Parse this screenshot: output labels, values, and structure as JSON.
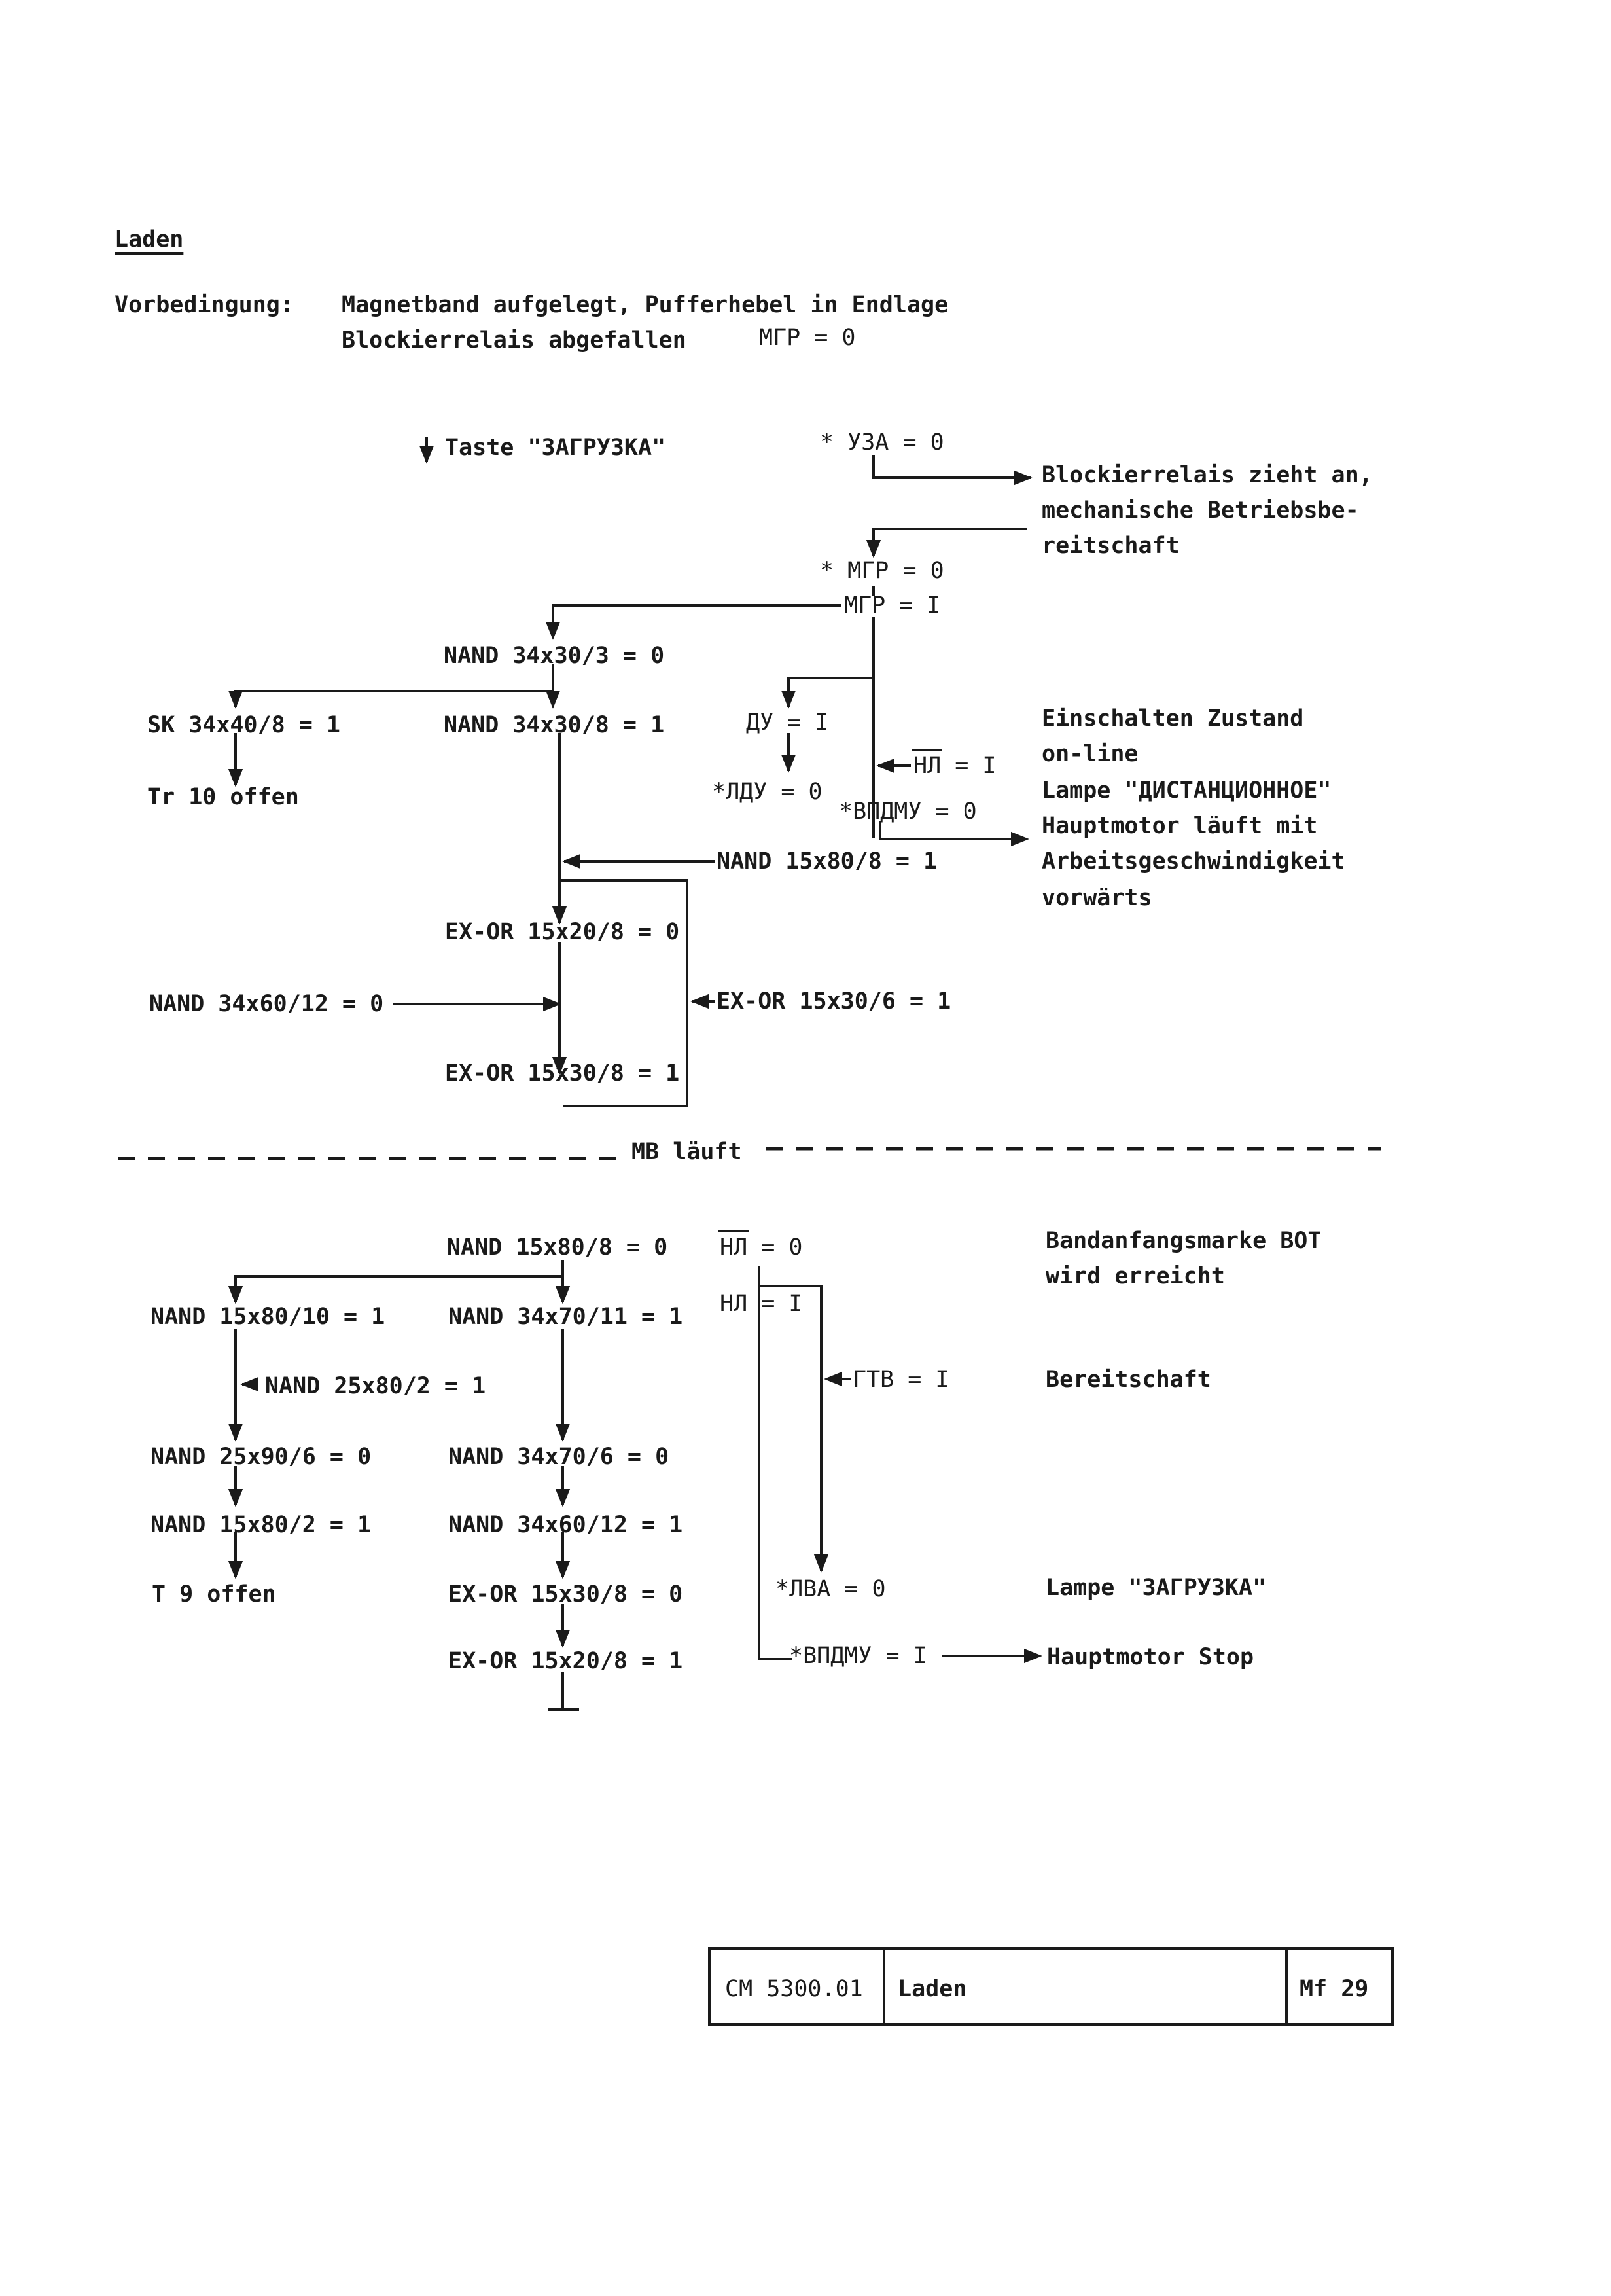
{
  "page": {
    "title": "Laden",
    "precondition_label": "Vorbedingung:",
    "precondition_line1": "Magnetband aufgelegt, Pufferhebel in Endlage",
    "precondition_line2": "Blockierrelais abgefallen",
    "precondition_line2_result": "МГР = 0"
  },
  "diagram_top": {
    "taste": "Taste \"ЗАГРУЗКА\"",
    "uza": "УЗА = 0",
    "note_blockier_1": "Blockierrelais zieht an,",
    "note_blockier_2": "mechanische Betriebsbe-",
    "note_blockier_3": "reitschaft",
    "mgr0": "МГР = 0",
    "mgr1": "МГР = I",
    "nand_34x30_3": "NAND 34x30/3 = 0",
    "sk_34x40_8": "SK 34x40/8 = 1",
    "nand_34x30_8": "NAND 34x30/8 = 1",
    "du": "ДУ = I",
    "tr10": "Tr 10 offen",
    "ldu": "ЛДУ = 0",
    "nl_bar_1_name": "НЛ",
    "nl_bar_1_value": " = I",
    "vpdmu0": "ВПДМУ = 0",
    "note_einsch_1": "Einschalten Zustand",
    "note_einsch_2": "on-line",
    "note_einsch_3": "Lampe  \"ДИСТАНЦИОННОЕ\"",
    "note_einsch_4": "Hauptmotor läuft mit",
    "note_einsch_5": "Arbeitsgeschwindigkeit",
    "note_einsch_6": "vorwärts",
    "nand_15x80_8_1": "NAND 15x80/8 = 1",
    "exor_15x20_8_0": "EX-OR 15x20/8 = 0",
    "nand_34x60_12_0": "NAND 34x60/12 = 0",
    "exor_15x30_6_1": "EX-OR 15x30/6 = 1",
    "exor_15x30_8_1": "EX-OR 15x30/8 = 1"
  },
  "separator": "MB läuft",
  "diagram_bottom": {
    "nand_15x80_8_0": "NAND 15x80/8 = 0",
    "nl_bar_0_name": "НЛ",
    "nl_bar_0_value": " = 0",
    "nl1": "НЛ = I",
    "note_bot_1": "Bandanfangsmarke BOT",
    "note_bot_2": "wird erreicht",
    "nand_15x80_10_1": "NAND 15x80/10 = 1",
    "nand_34x70_11_1": "NAND 34x70/11 = 1",
    "nand_25x80_2_1": "NAND 25x80/2 = 1",
    "gtv": "ГТВ = I",
    "note_bereit": "Bereitschaft",
    "nand_25x90_6_0": "NAND 25x90/6 = 0",
    "nand_34x70_6_0": "NAND 34x70/6 = 0",
    "nand_15x80_2_1": "NAND 15x80/2 = 1",
    "nand_34x60_12_1": "NAND 34x60/12 = 1",
    "t9": "T 9 offen",
    "exor_15x30_8_0": "EX-OR 15x30/8 = 0",
    "lva": "ЛВА = 0",
    "note_lampe_zagr": "Lampe \"ЗАГРУЗКА\"",
    "exor_15x20_8_1": "EX-OR 15x20/8 = 1",
    "vpdmu1": "ВПДМУ = I",
    "note_stop": "Hauptmotor Stop"
  },
  "footer": {
    "doc_number": "CM 5300.01",
    "section": "Laden",
    "page_ref": "Mf 29"
  }
}
